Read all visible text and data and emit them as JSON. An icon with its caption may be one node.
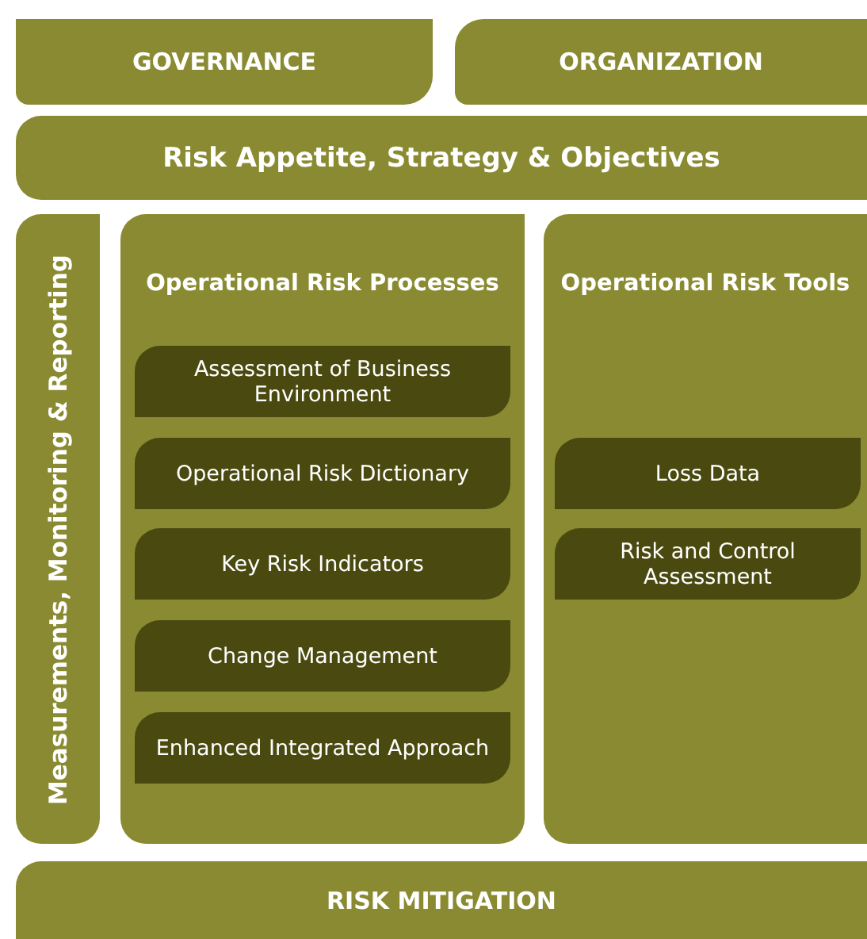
{
  "diagram": {
    "nodes": [
      {
        "text": [
          "GOVERNANCE"
        ]
      },
      {
        "text": [
          "ORGANIZATION"
        ]
      },
      {
        "text": [
          "Risk Appetite, Strategy & Objectives"
        ]
      },
      {
        "text": [
          "Measurements, Monitoring & Reporting"
        ]
      },
      {
        "text": [
          "Operational Risk Processes"
        ]
      },
      {
        "text": [
          "Assessment of Business Environment"
        ],
        "in": 4
      },
      {
        "text": [
          "Operational Risk Dictionary"
        ],
        "in": 4
      },
      {
        "text": [
          "Key Risk Indicators"
        ],
        "in": 4
      },
      {
        "text": [
          "Change Management"
        ],
        "in": 4
      },
      {
        "text": [
          "Enhanced Integrated Approach"
        ],
        "in": 4
      },
      {
        "text": [
          "Operational Risk Tools"
        ]
      },
      {
        "text": [
          "Loss Data"
        ],
        "in": 10
      },
      {
        "text": [
          "Risk and Control Assessment"
        ],
        "in": 10
      },
      {
        "text": [
          "RISK MITIGATION"
        ]
      }
    ]
  }
}
